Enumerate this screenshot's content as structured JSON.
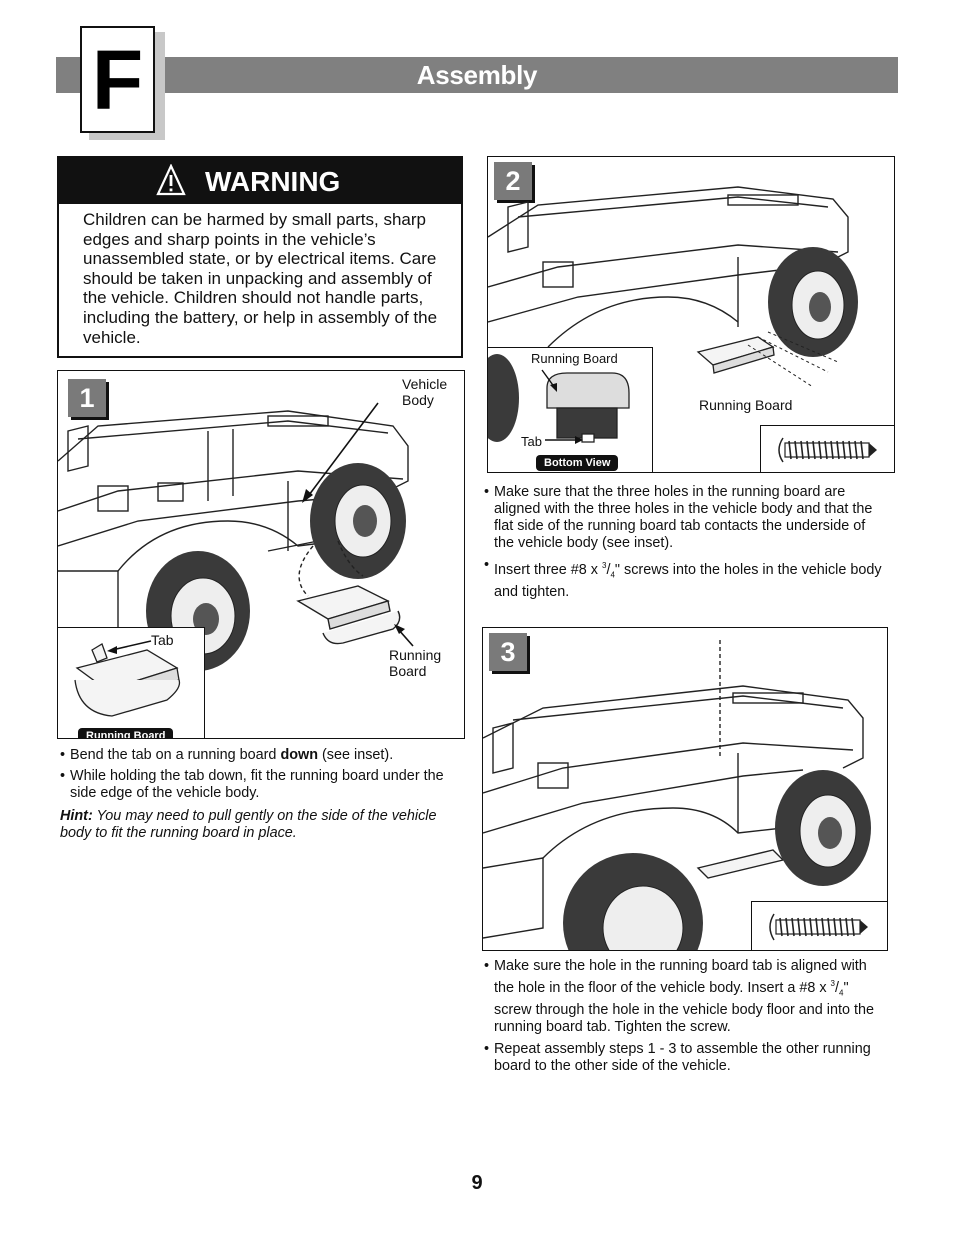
{
  "header": {
    "section_letter": "F",
    "title": "Assembly"
  },
  "warning": {
    "title": "WARNING",
    "text": "Children can be harmed by small parts, sharp edges and sharp points in the vehicle’s unassembled state, or by electrical items. Care should be taken in unpacking and assembly of the vehicle. Children should not handle parts, including the battery, or help in assembly of the vehicle."
  },
  "step1": {
    "number": "1",
    "label_vehicle_body": "Vehicle\nBody",
    "label_running_board": "Running\nBoard",
    "inset_tab_label": "Tab",
    "inset_caption": "Running Board",
    "bullets": [
      {
        "pre": "Bend the tab on a running board ",
        "bold": "down",
        "post": " (see inset)."
      },
      {
        "text": "While holding the tab down, fit the running board under the side edge of the vehicle body."
      }
    ],
    "hint_label": "Hint:",
    "hint_text": " You may need to pull gently on the side of the vehicle body to fit the running board in place."
  },
  "step2": {
    "number": "2",
    "label_running_board": "Running Board",
    "inset_running_board": "Running Board",
    "inset_tab": "Tab",
    "inset_caption": "Bottom View",
    "bullets": [
      {
        "text": "Make sure that the three holes in the running board are aligned with the three holes in the vehicle body and that the flat side of the running board tab contacts the underside of the vehicle body (see inset)."
      },
      {
        "pre": "Insert three #8 x ",
        "sup": "3",
        "sub": "4",
        "post": "\" screws into the holes in the vehicle body and tighten."
      }
    ]
  },
  "step3": {
    "number": "3",
    "bullets": [
      {
        "pre": "Make sure the hole in the running board tab is aligned with the hole in the floor of the vehicle body. Insert a #8 x ",
        "sup": "3",
        "sub": "4",
        "post": "\" screw through the hole in the vehicle body floor and into the running board tab. Tighten the screw."
      },
      {
        "text": "Repeat assembly steps 1 - 3 to assemble the other running board to the other side of the vehicle."
      }
    ]
  },
  "page_number": "9"
}
